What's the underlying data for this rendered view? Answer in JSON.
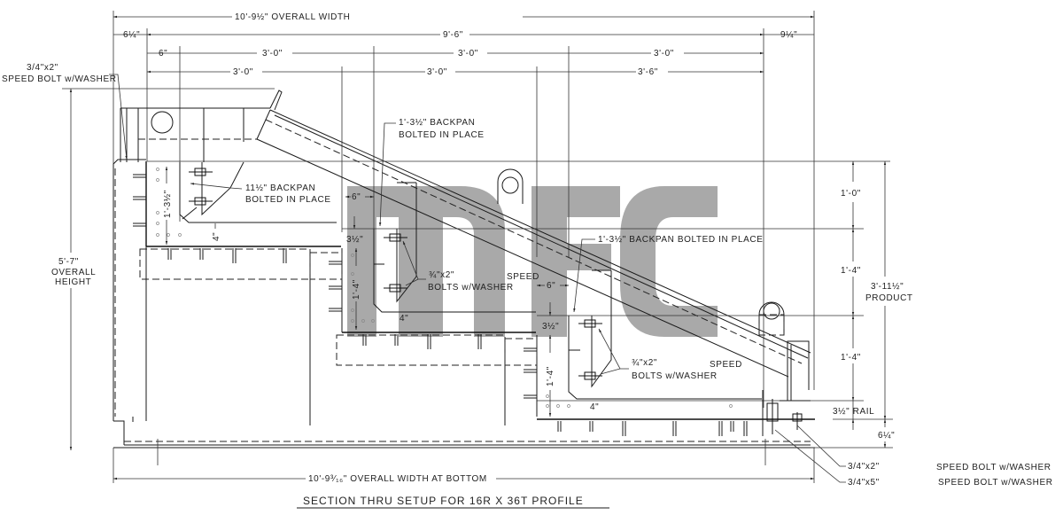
{
  "drawing": {
    "title": "SECTION THRU SETUP FOR 16R X 36T PROFILE",
    "watermark": "mfc",
    "watermark_color": "#9a9a9a",
    "line_color": "#1a1a1a"
  },
  "dimensions_top": {
    "overall_width": "10'-9½\" OVERALL WIDTH",
    "width_9_6": "9'-6\"",
    "left_offset": "6¼\"",
    "right_offset": "9¼\"",
    "row3": [
      "6\"",
      "3'-0\"",
      "3'-0\"",
      "3'-0\""
    ],
    "row4": [
      "3'-0\"",
      "3'-0\"",
      "3'-6\""
    ]
  },
  "dimensions_left": {
    "overall_height_value": "5'-7\"",
    "overall_height_label_1": "OVERALL",
    "overall_height_label_2": "HEIGHT",
    "backpan_height_1": "1'-3½\"",
    "gap_1": "4\"",
    "offset_6_a": "6\"",
    "rise_1": "3½\"",
    "step_1": "1'-4\"",
    "gap_2": "4\"",
    "offset_6_b": "6\"",
    "rise_2": "3½\"",
    "step_2": "1'-4\"",
    "gap_3": "4\""
  },
  "dimensions_right": {
    "d1": "1'-0\"",
    "d2": "1'-4\"",
    "d3": "1'-4\"",
    "rail": "3½\" RAIL",
    "product_value": "3'-11½\"",
    "product_label": "PRODUCT",
    "base": "6¼\""
  },
  "dimensions_bottom": {
    "overall_width_bottom": "10'-9³⁄₁₆\" OVERALL WIDTH AT BOTTOM"
  },
  "callouts": {
    "top_left_bolt_size": "3/4\"x2\"",
    "top_left_bolt_desc": "SPEED BOLT w/WASHER",
    "backpan_1_line1": "11½\" BACKPAN",
    "backpan_1_line2": "BOLTED IN PLACE",
    "backpan_2_line1": "1'-3½\" BACKPAN",
    "backpan_2_line2": "BOLTED IN PLACE",
    "bolts_2_size": "¾\"x2\"",
    "bolts_2_desc": "BOLTS w/WASHER",
    "speed_1": "SPEED",
    "backpan_3": "1'-3½\" BACKPAN BOLTED IN PLACE",
    "bolts_3_size": "¾\"x2\"",
    "bolts_3_desc": "BOLTS w/WASHER",
    "speed_2": "SPEED",
    "bottom_bolt_1": "3/4\"x2\"",
    "bottom_bolt_2": "3/4\"x5\"",
    "bottom_bolt_1_desc": "SPEED BOLT w/WASHER",
    "bottom_bolt_2_desc": "SPEED BOLT w/WASHER"
  }
}
